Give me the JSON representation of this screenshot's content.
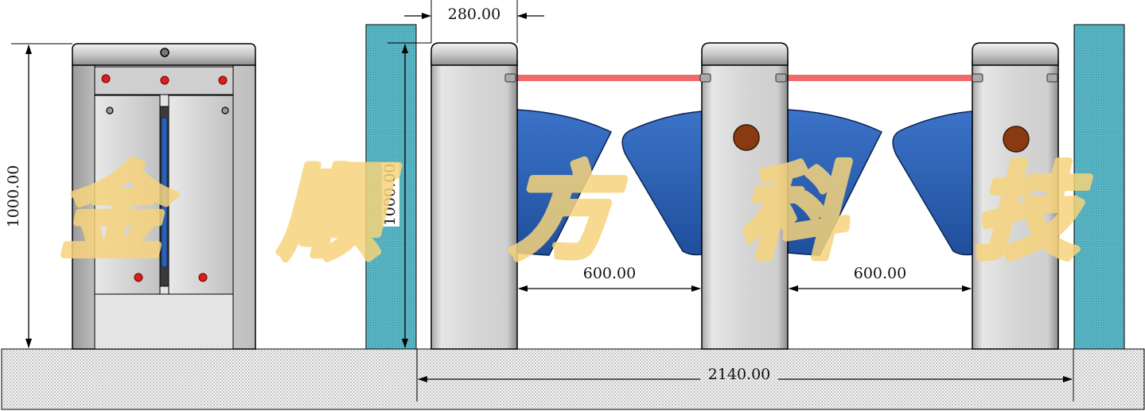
{
  "dimensions": {
    "side_height": "1000.00",
    "front_height": "1000.00",
    "cabinet_width": "280.00",
    "lane_width_left": "600.00",
    "lane_width_right": "600.00",
    "total_width": "2140.00"
  },
  "watermark": {
    "chars": [
      "金",
      "顺",
      "方",
      "科",
      "技"
    ]
  },
  "colors": {
    "wing_blue": "#2c61b4",
    "glass_post": "#5bb7c6",
    "ir_beam": "#f06a6a",
    "indicator": "#8a3a12",
    "floor": "#e9e9e9",
    "watermark": "#f6d47c"
  }
}
